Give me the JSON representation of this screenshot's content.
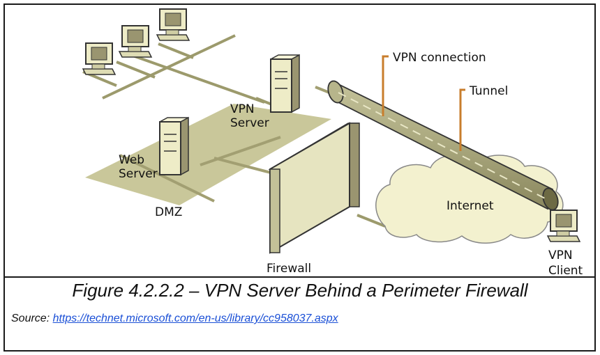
{
  "diagram": {
    "labels": {
      "vpn_server": [
        "VPN",
        "Server"
      ],
      "web_server": [
        "Web",
        "Server"
      ],
      "dmz": "DMZ",
      "firewall": "Firewall",
      "internet": "Internet",
      "vpn_connection": "VPN connection",
      "tunnel": "Tunnel",
      "vpn_client": [
        "VPN",
        "Client"
      ]
    },
    "colors": {
      "dmz_fill": "#c9c79a",
      "device_fill": "#eeecc7",
      "device_dark": "#9a9570",
      "tunnel_fill": "#a7a57b",
      "cloud_fill": "#f3f1cf",
      "firewall_fill": "#e6e4c0",
      "cable": "#9c9a6c",
      "callout": "#c87d2c"
    }
  },
  "caption": {
    "figure": "Figure 4.2.2.2 – VPN Server Behind a Perimeter Firewall",
    "source_prefix": "Source: ",
    "source_link": "https://technet.microsoft.com/en-us/library/cc958037.aspx"
  }
}
